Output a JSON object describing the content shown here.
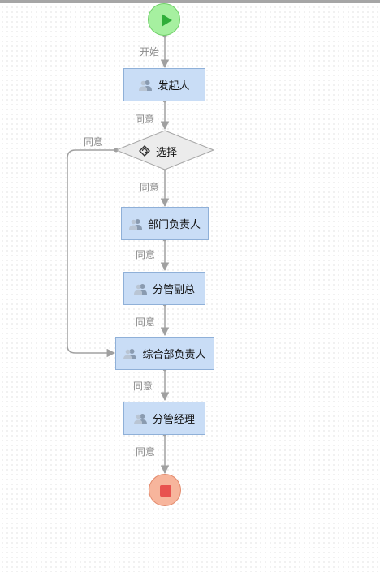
{
  "start_event": {
    "name": "start",
    "color": "#a6f0a0"
  },
  "end_event": {
    "name": "end",
    "color": "#f7b59c"
  },
  "gateway": {
    "label": "选择"
  },
  "tasks": [
    {
      "id": "t1",
      "label": "发起人"
    },
    {
      "id": "t2",
      "label": "部门负责人"
    },
    {
      "id": "t3",
      "label": "分管副总"
    },
    {
      "id": "t4",
      "label": "综合部负责人"
    },
    {
      "id": "t5",
      "label": "分管经理"
    }
  ],
  "edges": [
    {
      "from": "start",
      "to": "t1",
      "label": "开始"
    },
    {
      "from": "t1",
      "to": "gateway",
      "label": "同意"
    },
    {
      "from": "gateway",
      "to": "t4",
      "label": "同意"
    },
    {
      "from": "gateway",
      "to": "t2",
      "label": "同意"
    },
    {
      "from": "t2",
      "to": "t3",
      "label": "同意"
    },
    {
      "from": "t3",
      "to": "t4",
      "label": "同意"
    },
    {
      "from": "t4",
      "to": "t5",
      "label": "同意"
    },
    {
      "from": "t5",
      "to": "end",
      "label": "同意"
    }
  ],
  "colors": {
    "task_fill": "#c9ddf6",
    "task_border": "#8fb0d8",
    "edge": "#a0a0a0"
  }
}
